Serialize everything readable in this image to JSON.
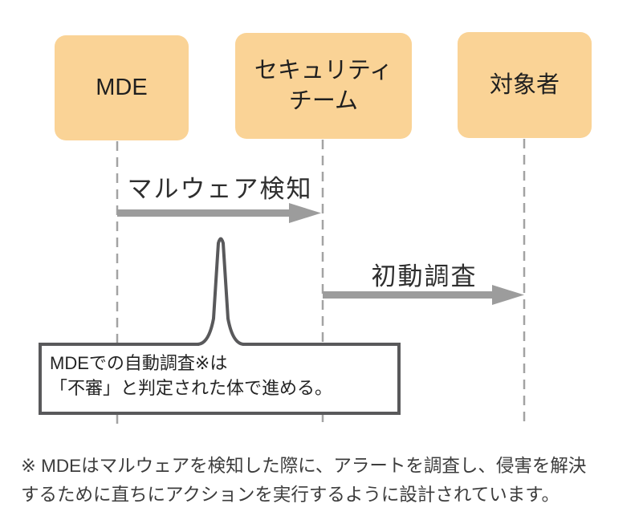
{
  "diagram": {
    "title_hint": "MDE incident response sequence diagram",
    "actors": [
      {
        "label": "MDE"
      },
      {
        "label": "セキュリティ\nチーム"
      },
      {
        "label": "対象者"
      }
    ],
    "messages": [
      {
        "label": "マルウェア検知",
        "from": "MDE",
        "to": "セキュリティチーム"
      },
      {
        "label": "初動調査",
        "from": "セキュリティチーム",
        "to": "対象者"
      }
    ],
    "callout": {
      "line1": "MDEでの自動調査※は",
      "line2": "「不審」と判定された体で進める。"
    },
    "footnote": {
      "line1": "※ MDEはマルウェアを検知した際に、アラートを調査し、侵害を解決",
      "line2": "するために直ちにアクションを実行するように設計されています。"
    },
    "colors": {
      "actor_fill": "#FAD396",
      "arrow": "#9C9C9C",
      "lifeline": "#A3A3A3",
      "callout_border": "#59595B"
    }
  }
}
